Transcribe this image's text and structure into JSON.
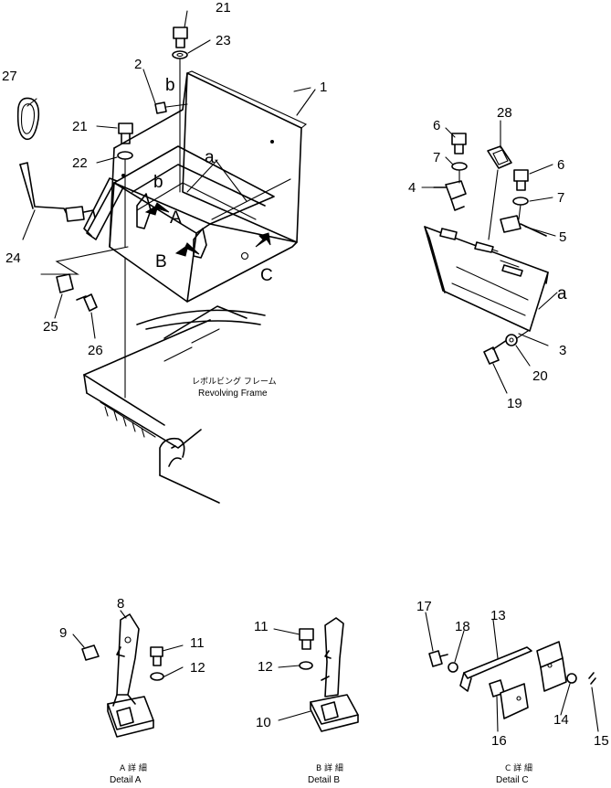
{
  "callouts": {
    "n1": "1",
    "n2": "2",
    "n3": "3",
    "n4": "4",
    "n5": "5",
    "n6a": "6",
    "n6b": "6",
    "n7a": "7",
    "n7b": "7",
    "n8": "8",
    "n9": "9",
    "n10": "10",
    "n11a": "11",
    "n11b": "11",
    "n12a": "12",
    "n12b": "12",
    "n13": "13",
    "n14": "14",
    "n15": "15",
    "n16": "16",
    "n17": "17",
    "n18": "18",
    "n19": "19",
    "n20": "20",
    "n21a": "21",
    "n21b": "21",
    "n22": "22",
    "n23": "23",
    "n24": "24",
    "n25": "25",
    "n26": "26",
    "n27": "27",
    "n28": "28"
  },
  "letters": {
    "a1": "a",
    "a2": "a",
    "b1": "b",
    "b2": "b",
    "A": "A",
    "B": "B",
    "C": "C"
  },
  "frame_label": {
    "jp": "レボルビング フレーム",
    "en": "Revolving Frame"
  },
  "details": {
    "a": {
      "jp": "A 詳 細",
      "en": "Detail A"
    },
    "b": {
      "jp": "B 詳 細",
      "en": "Detail B"
    },
    "c": {
      "jp": "C 詳 細",
      "en": "Detail C"
    }
  }
}
